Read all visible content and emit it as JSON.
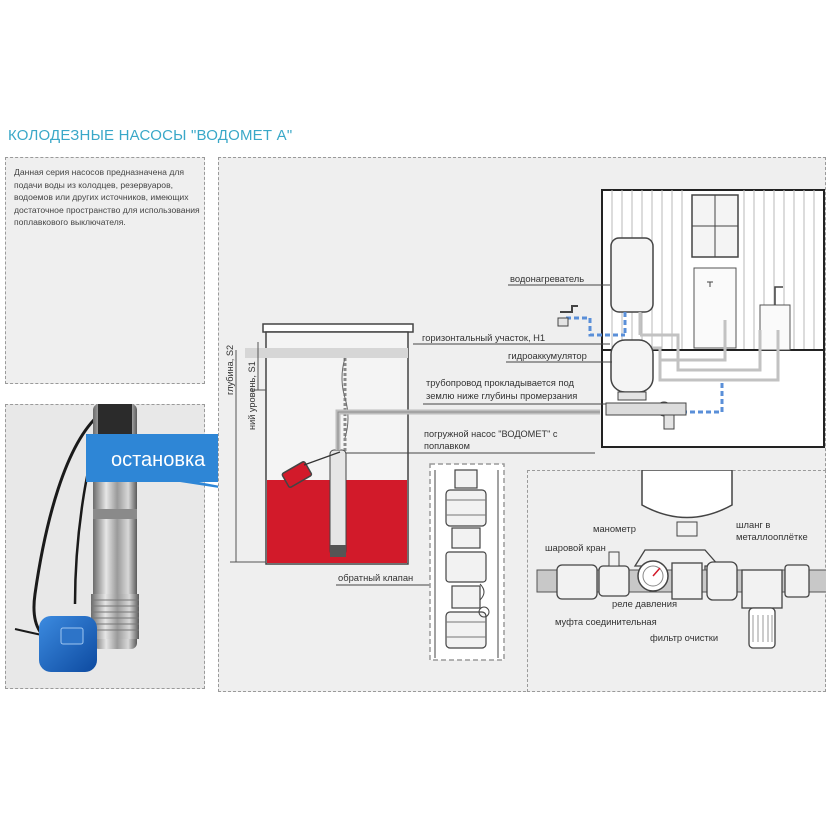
{
  "title": "КОЛОДЕЗНЫЕ НАСОСЫ \"ВОДОМЕТ А\"",
  "description": "Данная серия насосов предназначена для подачи воды из колодцев, резервуаров, водоемов или других источников, имеющих достаточное пространство для использования поплавкового выключателя.",
  "callout": "остановка",
  "labels": {
    "water_heater": "водонагреватель",
    "horizontal_section": "горизонтальный участок, H1",
    "accumulator": "гидроаккумулятор",
    "pipeline_1": "трубопровод прокладывается под",
    "pipeline_2": "землю ниже глубины промерзания",
    "pump_1": "погружной насос \"ВОДОМЕТ\" с",
    "pump_2": "поплавком",
    "check_valve": "обратный клапан",
    "depth_s2": "глубина, S2",
    "dynamic_level_s1": "ний уровень, S1",
    "manometer": "манометр",
    "ball_valve": "шаровой кран",
    "hose_1": "шланг в",
    "hose_2": "металлооплётке",
    "pressure_relay": "реле давления",
    "coupling": "муфта соединительная",
    "filter": "фильтр очистки"
  },
  "colors": {
    "title": "#3aa8c8",
    "callout": "#2e86d6",
    "water": "#d21a2a",
    "pipe_hot": "#5a8fd8",
    "pipe_cold": "#c2c2c2"
  }
}
